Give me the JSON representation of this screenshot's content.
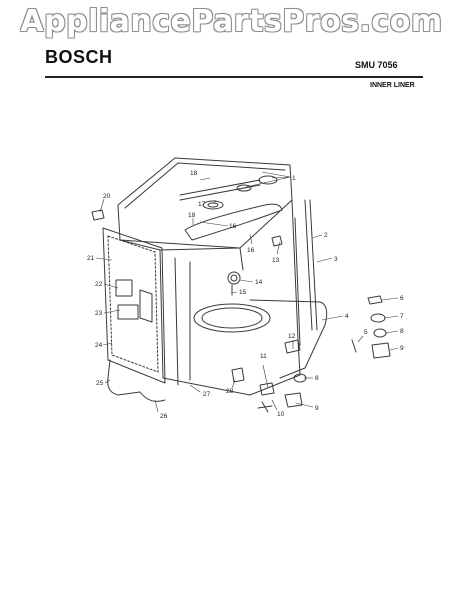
{
  "watermark": "AppliancePartsPros.com",
  "brand": "BOSCH",
  "model": "SMU 7056",
  "section_title": "INNER LINER",
  "callouts": {
    "c1": "1",
    "c2": "2",
    "c3": "3",
    "c4": "4",
    "c5": "5",
    "c6": "6",
    "c7": "7",
    "c8a": "8",
    "c9a": "9",
    "c8b": "8",
    "c9b": "9",
    "c10": "10",
    "c11": "11",
    "c12": "12",
    "c13": "13",
    "c14": "14",
    "c15": "15",
    "c16a": "16",
    "c17": "17",
    "c18a": "18",
    "c18b": "18",
    "c16b": "16",
    "c20": "20",
    "c21": "21",
    "c22": "22",
    "c23": "23",
    "c24": "24",
    "c25": "25",
    "c26": "26",
    "c27": "27",
    "c28": "28"
  }
}
